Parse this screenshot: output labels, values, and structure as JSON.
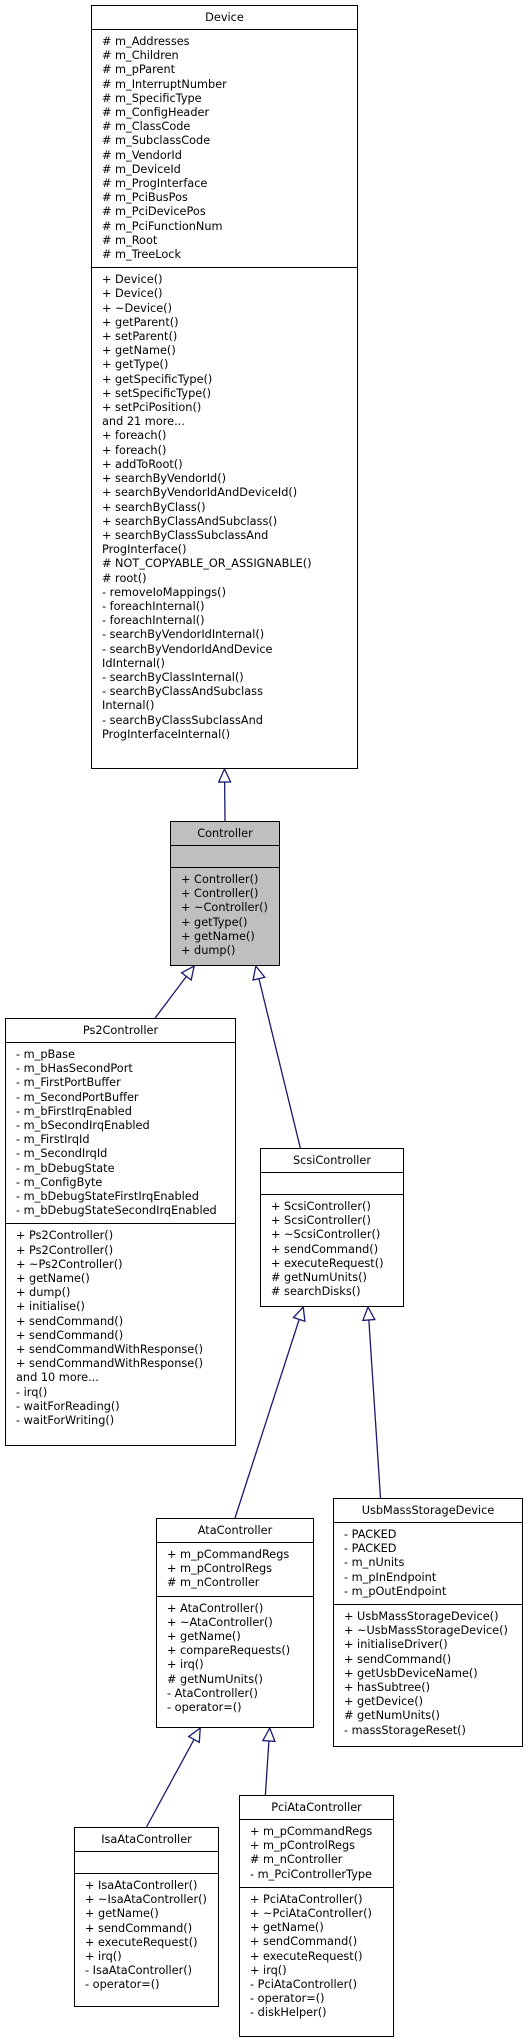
{
  "classes": {
    "device": {
      "title": "Device",
      "attributes": [
        "# m_Addresses",
        "# m_Children",
        "# m_pParent",
        "# m_InterruptNumber",
        "# m_SpecificType",
        "# m_ConfigHeader",
        "# m_ClassCode",
        "# m_SubclassCode",
        "# m_VendorId",
        "# m_DeviceId",
        "# m_ProgInterface",
        "# m_PciBusPos",
        "# m_PciDevicePos",
        "# m_PciFunctionNum",
        "# m_Root",
        "# m_TreeLock"
      ],
      "methods": [
        "+ Device()",
        "+ Device()",
        "+ ~Device()",
        "+ getParent()",
        "+ setParent()",
        "+ getName()",
        "+ getType()",
        "+ getSpecificType()",
        "+ setSpecificType()",
        "+ setPciPosition()",
        "and 21 more...",
        "+ foreach()",
        "+ foreach()",
        "+ addToRoot()",
        "+ searchByVendorId()",
        "+ searchByVendorIdAndDeviceId()",
        "+ searchByClass()",
        "+ searchByClassAndSubclass()",
        "+ searchByClassSubclassAnd",
        "ProgInterface()",
        "# NOT_COPYABLE_OR_ASSIGNABLE()",
        "# root()",
        "- removeIoMappings()",
        "- foreachInternal()",
        "- foreachInternal()",
        "- searchByVendorIdInternal()",
        "- searchByVendorIdAndDevice",
        "IdInternal()",
        "- searchByClassInternal()",
        "- searchByClassAndSubclass",
        "Internal()",
        "- searchByClassSubclassAnd",
        "ProgInterfaceInternal()"
      ]
    },
    "controller": {
      "title": "Controller",
      "attributes": [],
      "methods": [
        "+ Controller()",
        "+ Controller()",
        "+ ~Controller()",
        "+ getType()",
        "+ getName()",
        "+ dump()"
      ]
    },
    "ps2controller": {
      "title": "Ps2Controller",
      "attributes": [
        "- m_pBase",
        "- m_bHasSecondPort",
        "- m_FirstPortBuffer",
        "- m_SecondPortBuffer",
        "- m_bFirstIrqEnabled",
        "- m_bSecondIrqEnabled",
        "- m_FirstIrqId",
        "- m_SecondIrqId",
        "- m_bDebugState",
        "- m_ConfigByte",
        "- m_bDebugStateFirstIrqEnabled",
        "- m_bDebugStateSecondIrqEnabled"
      ],
      "methods": [
        "+ Ps2Controller()",
        "+ Ps2Controller()",
        "+ ~Ps2Controller()",
        "+ getName()",
        "+ dump()",
        "+ initialise()",
        "+ sendCommand()",
        "+ sendCommand()",
        "+ sendCommandWithResponse()",
        "+ sendCommandWithResponse()",
        "and 10 more...",
        "- irq()",
        "- waitForReading()",
        "- waitForWriting()"
      ]
    },
    "scsicontroller": {
      "title": "ScsiController",
      "attributes": [],
      "methods": [
        "+ ScsiController()",
        "+ ScsiController()",
        "+ ~ScsiController()",
        "+ sendCommand()",
        "+ executeRequest()",
        "# getNumUnits()",
        "# searchDisks()"
      ]
    },
    "atacontroller": {
      "title": "AtaController",
      "attributes": [
        "+ m_pCommandRegs",
        "+ m_pControlRegs",
        "# m_nController"
      ],
      "methods": [
        "+ AtaController()",
        "+ ~AtaController()",
        "+ getName()",
        "+ compareRequests()",
        "+ irq()",
        "# getNumUnits()",
        "- AtaController()",
        "- operator=()"
      ]
    },
    "usbmassstoragedevice": {
      "title": "UsbMassStorageDevice",
      "attributes": [
        "- PACKED",
        "- PACKED",
        "- m_nUnits",
        "- m_pInEndpoint",
        "- m_pOutEndpoint"
      ],
      "methods": [
        "+ UsbMassStorageDevice()",
        "+ ~UsbMassStorageDevice()",
        "+ initialiseDriver()",
        "+ sendCommand()",
        "+ getUsbDeviceName()",
        "+ hasSubtree()",
        "+ getDevice()",
        "# getNumUnits()",
        "- massStorageReset()"
      ]
    },
    "isaatacontroller": {
      "title": "IsaAtaController",
      "attributes": [],
      "methods": [
        "+ IsaAtaController()",
        "+ ~IsaAtaController()",
        "+ getName()",
        "+ sendCommand()",
        "+ executeRequest()",
        "+ irq()",
        "- IsaAtaController()",
        "- operator=()"
      ]
    },
    "pciatacontroller": {
      "title": "PciAtaController",
      "attributes": [
        "+ m_pCommandRegs",
        "+ m_pControlRegs",
        "# m_nController",
        "- m_PciControllerType"
      ],
      "methods": [
        "+ PciAtaController()",
        "+ ~PciAtaController()",
        "+ getName()",
        "+ sendCommand()",
        "+ executeRequest()",
        "+ irq()",
        "- PciAtaController()",
        "- operator=()",
        "- diskHelper()"
      ]
    }
  },
  "edges": [
    {
      "from": "controller",
      "to": "device",
      "color": "#191970"
    },
    {
      "from": "ps2controller",
      "to": "controller",
      "color": "#191970"
    },
    {
      "from": "scsicontroller",
      "to": "controller",
      "color": "#191970"
    },
    {
      "from": "atacontroller",
      "to": "scsicontroller",
      "color": "#191970"
    },
    {
      "from": "usbmassstoragedevice",
      "to": "scsicontroller",
      "color": "#191970"
    },
    {
      "from": "isaatacontroller",
      "to": "atacontroller",
      "color": "#191970"
    },
    {
      "from": "pciatacontroller",
      "to": "atacontroller",
      "color": "#191970"
    }
  ],
  "colors": {
    "current_fill": "#bfbfbf",
    "edge": "#191970",
    "border": "#000000"
  }
}
